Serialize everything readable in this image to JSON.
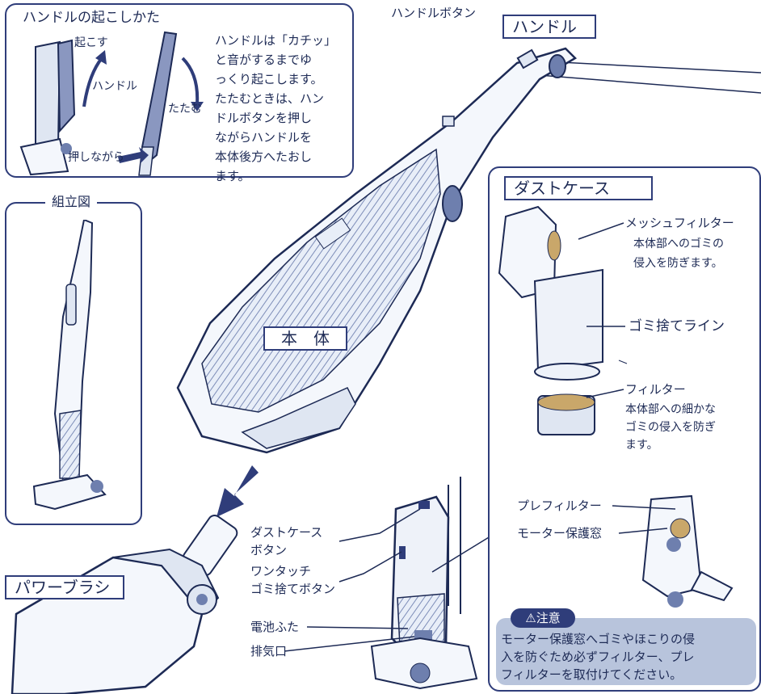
{
  "panels": {
    "raise_handle": {
      "title": "ハンドルの起こしかた",
      "lift": "起こす",
      "handle": "ハンドル",
      "fold": "たたむ",
      "while_pressing": "押しながら",
      "instructions": [
        "ハンドルは「カチッ」",
        "と音がするまでゆ",
        "っくり起こします。",
        "たたむときは、ハン",
        "ドルボタンを押し",
        "ながらハンドルを",
        "本体後方へたおし",
        "ます。"
      ]
    },
    "assembly": {
      "title": "組立図"
    },
    "dust_case": {
      "title": "ダストケース",
      "mesh_filter": "メッシュフィルター",
      "mesh_filter_desc": [
        "本体部へのゴミの",
        "侵入を防ぎます。"
      ],
      "dust_line": "ゴミ捨てライン",
      "filter": "フィルター",
      "filter_desc": [
        "本体部への細かな",
        "ゴミの侵入を防ぎ",
        "ます。"
      ],
      "prefilter": "プレフィルター",
      "motor_window": "モーター保護窓"
    }
  },
  "labels": {
    "handle_button": "ハンドルボタン",
    "handle": "ハンドル",
    "body": "本　体",
    "power_brush": "パワーブラシ",
    "dust_case_button": [
      "ダストケース",
      "ボタン"
    ],
    "one_touch_button": [
      "ワンタッチ",
      "ゴミ捨てボタン"
    ],
    "battery_cover": "電池ふた",
    "exhaust": "排気口"
  },
  "caution": {
    "badge": "⚠注意",
    "text": [
      "モーター保護窓へゴミやほこりの侵",
      "入を防ぐため必ずフィルター、プレ",
      "フィルターを取付けてください。"
    ]
  },
  "colors": {
    "navy": "#2f3d7a",
    "caution_bg": "#b8c4dc",
    "product": "#dfe6f2",
    "product_dark": "#6e7fae"
  }
}
